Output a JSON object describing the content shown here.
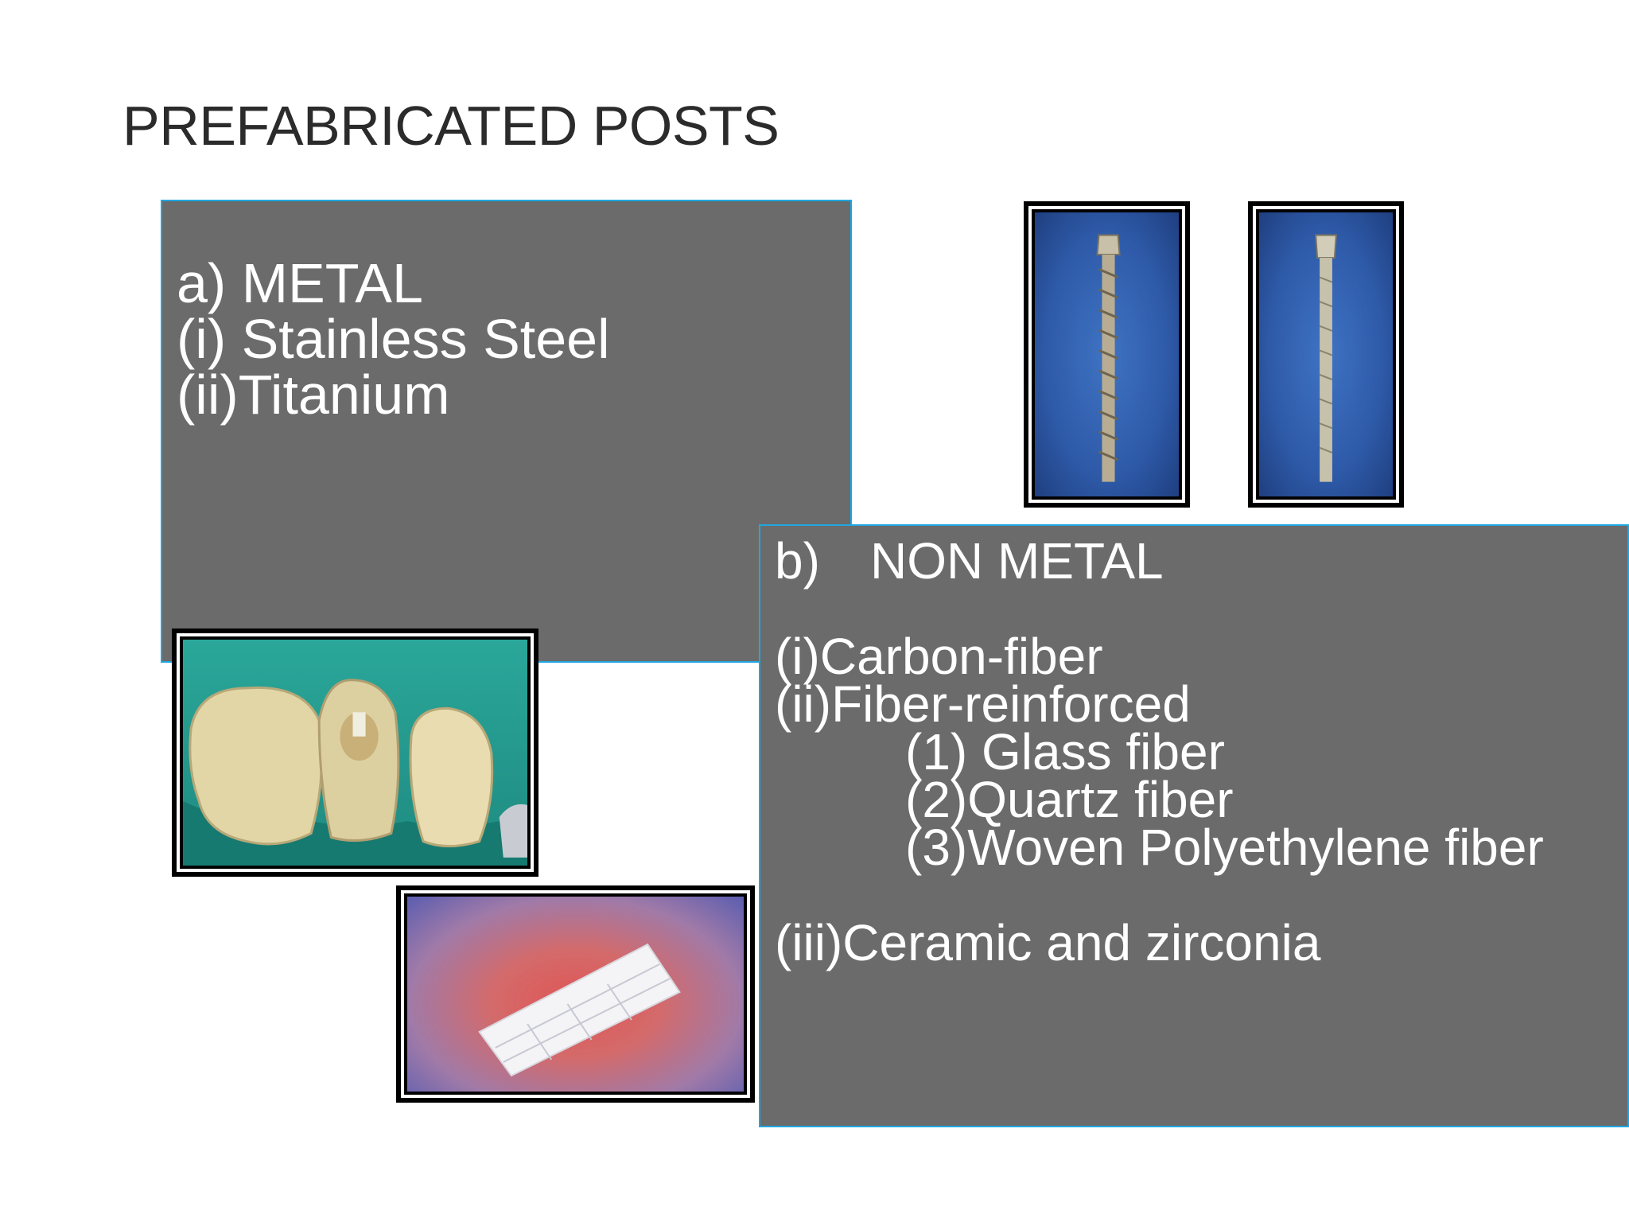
{
  "slide": {
    "title": "PREFABRICATED POSTS",
    "metal_panel": {
      "heading": "a) METAL",
      "items": [
        "(i) Stainless Steel",
        "(ii)Titanium"
      ]
    },
    "non_metal_panel": {
      "label": "b)",
      "heading": "NON METAL",
      "item_1": "(i)Carbon-fiber",
      "item_2": "(ii)Fiber-reinforced",
      "sub_items": [
        "(1) Glass fiber",
        "(2)Quartz fiber",
        "(3)Woven Polyethylene fiber"
      ],
      "item_3": "(iii)Ceramic and zirconia"
    }
  },
  "colors": {
    "panel_fill": "#6b6b6b",
    "panel_border": "#1ea7e1",
    "panel_text": "#ffffff",
    "title_text": "#2b2b2b"
  },
  "images": [
    "stainless-steel-post-image",
    "titanium-post-image",
    "teeth-with-post-image",
    "woven-fiber-image"
  ]
}
